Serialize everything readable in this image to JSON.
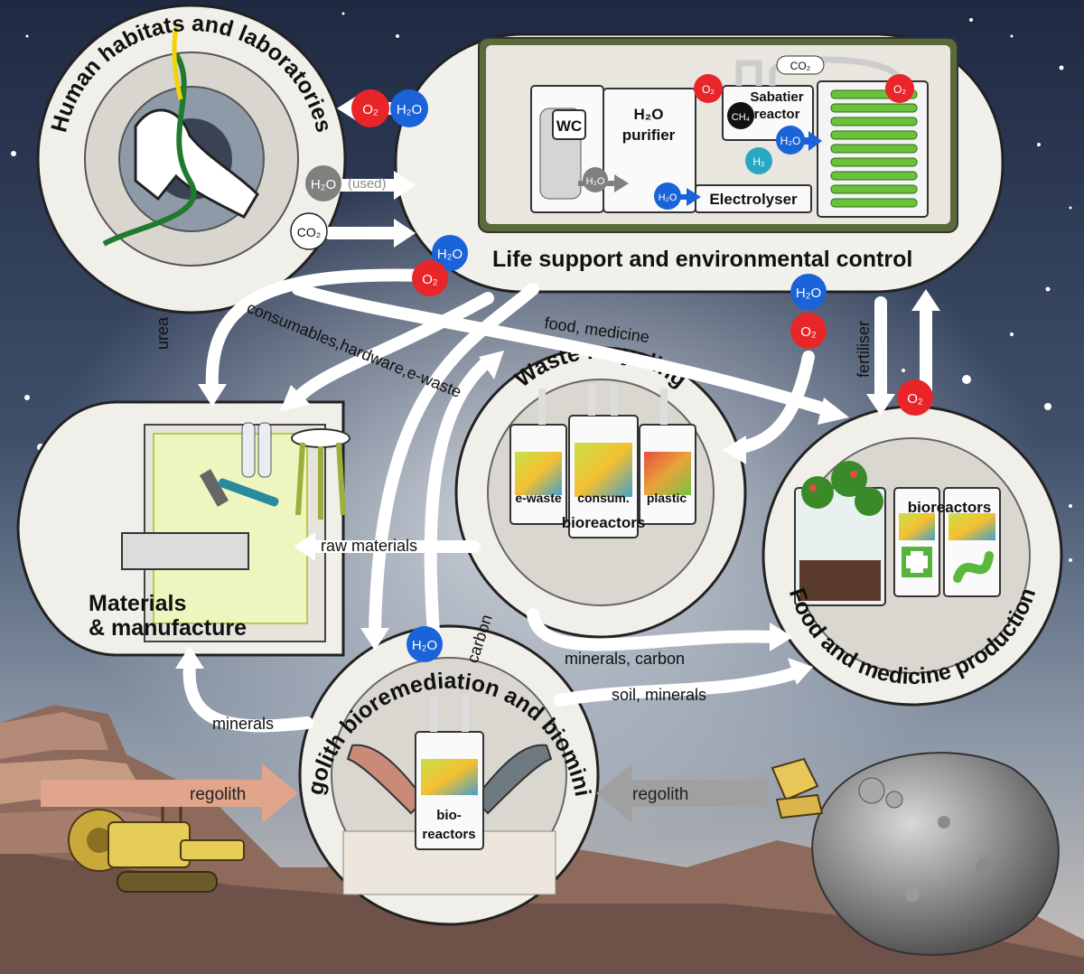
{
  "titles": {
    "habitat": "Human habitats and laboratories",
    "life_support": "Life support and environmental control",
    "materials_1": "Materials",
    "materials_2": "& manufacture",
    "waste": "Waste recycling",
    "food": "Food and medicine production",
    "regolith": "Regolith bioremediation and biomining"
  },
  "life_support_parts": {
    "wc": "WC",
    "purifier_1": "H₂O",
    "purifier_2": "purifier",
    "sabatier_1": "Sabatier",
    "sabatier_2": "reactor",
    "electrolyser": "Electrolyser"
  },
  "molecules": {
    "o2": "O₂",
    "h2o": "H₂O",
    "co2": "CO₂",
    "ch4": "CH₄",
    "h2": "H₂",
    "used": "(used)"
  },
  "bioreactors": {
    "waste_ewaste": "e-waste",
    "waste_consum": "consum.",
    "waste_plastic": "plastic",
    "waste_label": "bioreactors",
    "food_label": "bioreactors",
    "regolith_1": "bio-",
    "regolith_2": "reactors"
  },
  "flows": {
    "urea": "urea",
    "consumables": "consumables,hardware,e-waste",
    "food_medicine": "food, medicine",
    "fertiliser": "fertiliser",
    "raw_materials": "raw materials",
    "carbon": "carbon",
    "minerals_carbon": "minerals, carbon",
    "soil_minerals": "soil, minerals",
    "minerals": "minerals",
    "regolith_left": "regolith",
    "regolith_right": "regolith"
  },
  "colors": {
    "o2": "#e8262a",
    "h2o": "#1a63d8",
    "co2": "#ffffff",
    "used_h2o": "#808080",
    "arrow": "#ffffff",
    "regolith_arrow": "#e0a58a",
    "space": "#232c44"
  }
}
